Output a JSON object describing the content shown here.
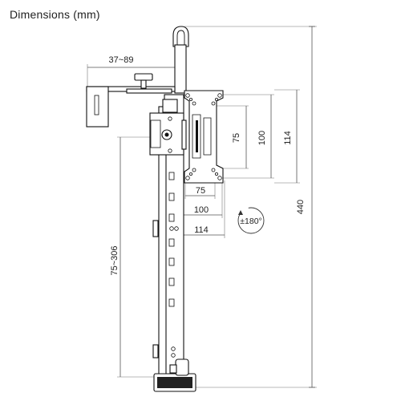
{
  "title": "Dimensions (mm)",
  "dimensions": {
    "clamp_range": "37~89",
    "vesa_small_v": "75",
    "vesa_mid_v": "100",
    "vesa_large_v": "114",
    "vesa_small_h": "75",
    "vesa_mid_h": "100",
    "vesa_large_h": "114",
    "height_range": "75~306",
    "total_height": "440",
    "rotation": "±180°"
  }
}
